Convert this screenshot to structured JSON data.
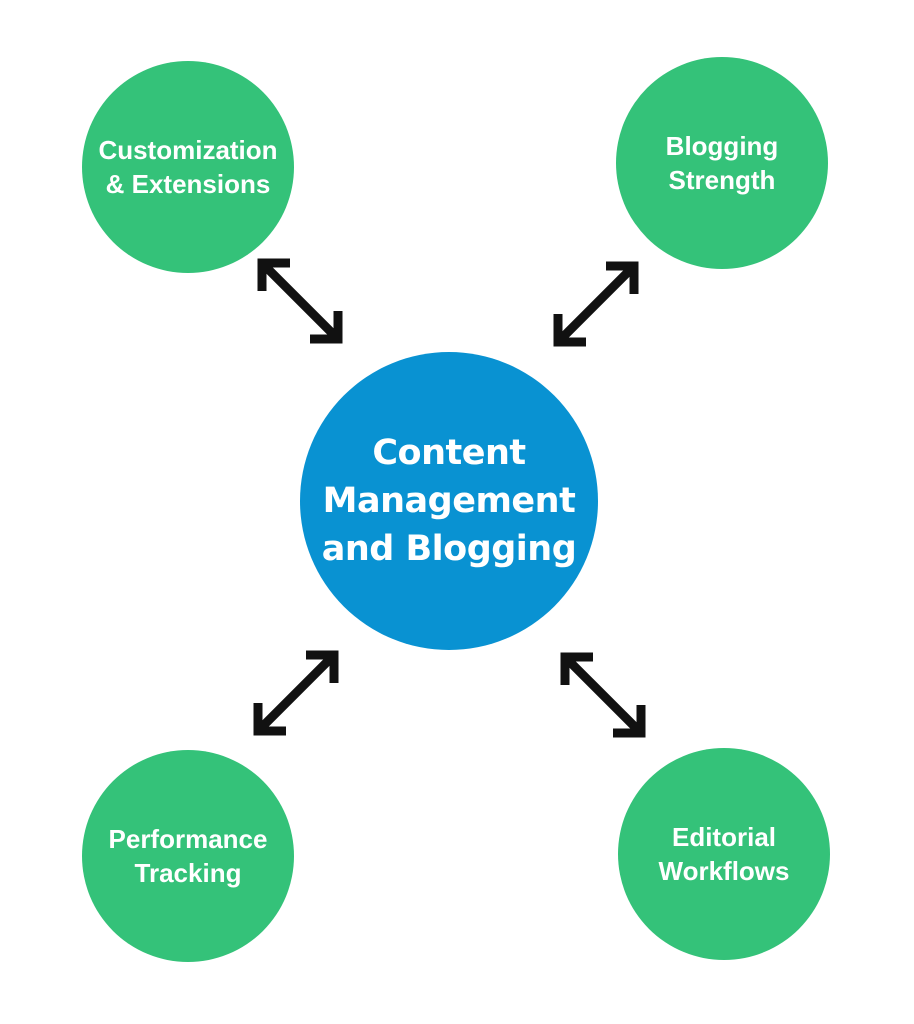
{
  "colors": {
    "page": "#ffffff",
    "satellite": "#34c279",
    "center": "#0992d2",
    "arrow": "#111111",
    "text": "#ffffff"
  },
  "center_node": {
    "label": "Content\nManagement\nand Blogging"
  },
  "satellite_nodes": [
    {
      "id": "customization-extensions",
      "position": "top-left",
      "label": "Customization\n& Extensions"
    },
    {
      "id": "blogging-strength",
      "position": "top-right",
      "label": "Blogging\nStrength"
    },
    {
      "id": "performance-tracking",
      "position": "bottom-left",
      "label": "Performance\nTracking"
    },
    {
      "id": "editorial-workflows",
      "position": "bottom-right",
      "label": "Editorial\nWorkflows"
    }
  ],
  "connectors": [
    {
      "from": "center",
      "to": "customization-extensions",
      "style": "double-arrow"
    },
    {
      "from": "center",
      "to": "blogging-strength",
      "style": "double-arrow"
    },
    {
      "from": "center",
      "to": "performance-tracking",
      "style": "double-arrow"
    },
    {
      "from": "center",
      "to": "editorial-workflows",
      "style": "double-arrow"
    }
  ]
}
